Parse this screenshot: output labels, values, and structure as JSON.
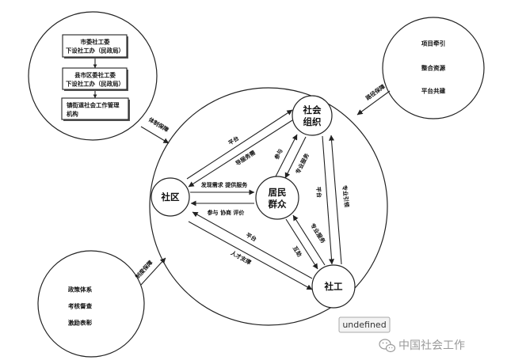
{
  "top_left": {
    "boxes": [
      {
        "line1": "市委社工委",
        "line2": "下设社工办（民政局）"
      },
      {
        "line1": "县市区委社工委",
        "line2": "下设社工办（民政局）"
      },
      {
        "line1": "镇街道社会工作管理",
        "line2": "机构"
      }
    ],
    "arrow_label": "体制保障"
  },
  "top_right": {
    "items": [
      "项目牵引",
      "整合资源",
      "平台共建"
    ],
    "arrow_label": "路径保障"
  },
  "bottom_left": {
    "items": [
      "政策体系",
      "考核督查",
      "激励表彰"
    ],
    "arrow_label": "制度保障"
  },
  "nodes": {
    "social_org": [
      "社会",
      "组织"
    ],
    "community": "社区",
    "residents": [
      "居民",
      "群众"
    ],
    "social_worker": "社工"
  },
  "edges": {
    "community_social_org": [
      "平台",
      "导服务需"
    ],
    "community_residents": [
      "发现需求 提供服务",
      "参与 协商 评价"
    ],
    "residents_social_org": [
      "参与",
      "专业服务"
    ],
    "social_org_worker": [
      "平台",
      "专业引领"
    ],
    "residents_worker": [
      "专业服务",
      "互助"
    ],
    "community_worker": [
      "平台",
      "人才支撑"
    ]
  },
  "tooltip": "undefined",
  "watermark": "中国社会工作"
}
